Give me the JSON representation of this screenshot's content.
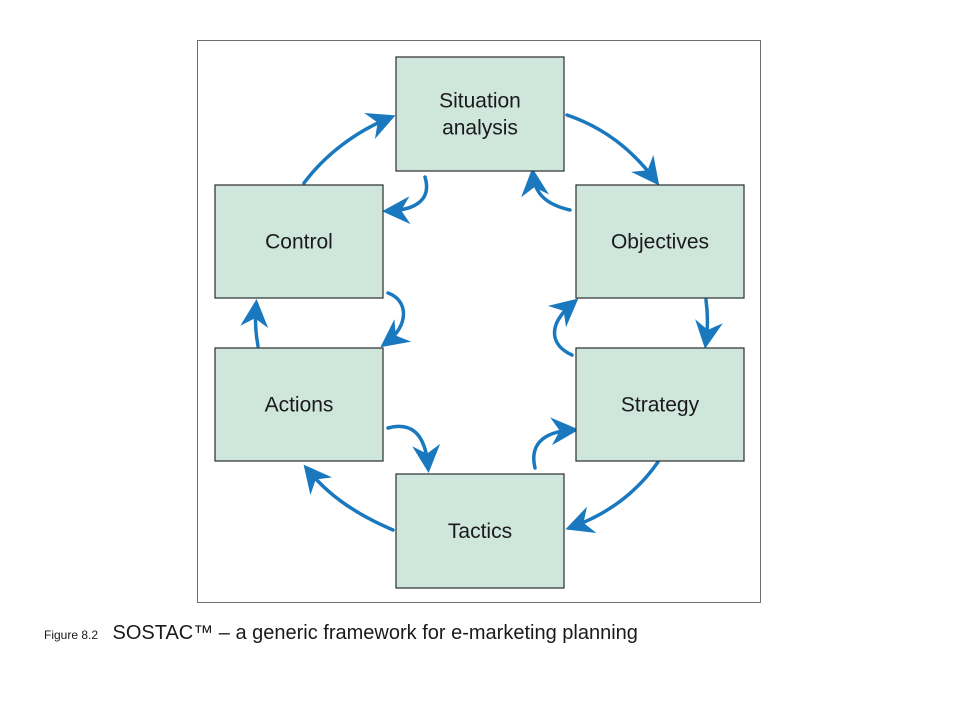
{
  "diagram": {
    "nodes": [
      {
        "id": "situation",
        "lines": [
          "Situation",
          "analysis"
        ]
      },
      {
        "id": "objectives",
        "lines": [
          "Objectives"
        ]
      },
      {
        "id": "strategy",
        "lines": [
          "Strategy"
        ]
      },
      {
        "id": "tactics",
        "lines": [
          "Tactics"
        ]
      },
      {
        "id": "actions",
        "lines": [
          "Actions"
        ]
      },
      {
        "id": "control",
        "lines": [
          "Control"
        ]
      }
    ],
    "flow": [
      "situation",
      "objectives",
      "strategy",
      "tactics",
      "actions",
      "control",
      "situation"
    ],
    "feedback": [
      {
        "from": "objectives",
        "to": "situation"
      },
      {
        "from": "strategy",
        "to": "objectives"
      },
      {
        "from": "tactics",
        "to": "strategy"
      },
      {
        "from": "actions",
        "to": "tactics"
      },
      {
        "from": "control",
        "to": "actions"
      },
      {
        "from": "situation",
        "to": "control"
      }
    ],
    "colors": {
      "box_fill": "#cfe6dc",
      "box_stroke": "#2b2b2b",
      "arrow": "#1a78be",
      "frame": "#6d6d6d"
    }
  },
  "caption": {
    "number": "Figure 8.2",
    "text": "SOSTAC™ – a generic framework for e-marketing planning"
  }
}
